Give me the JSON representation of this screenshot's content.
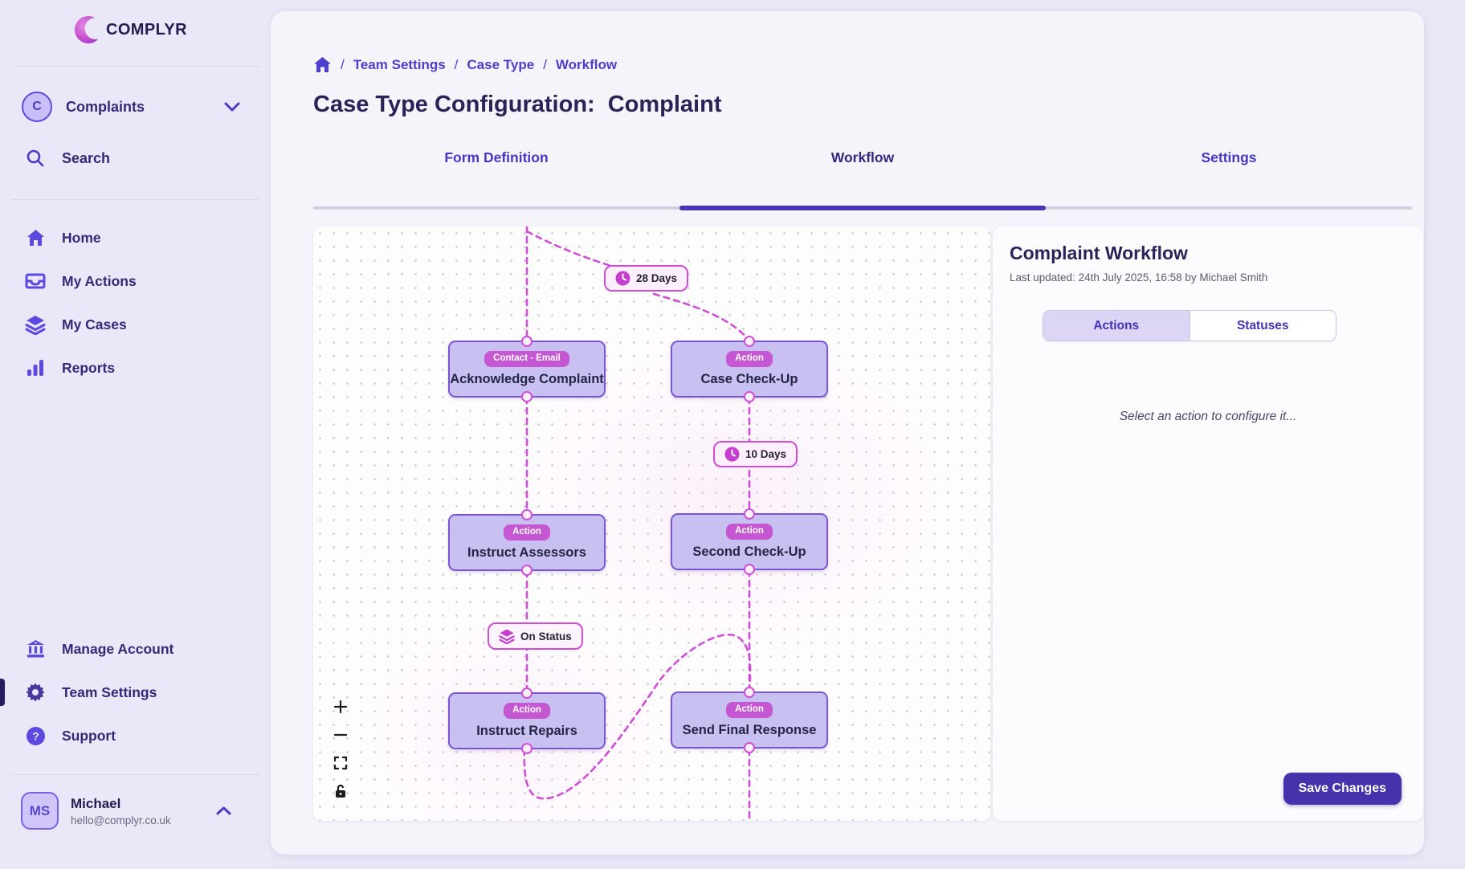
{
  "app": {
    "name": "COMPLYR"
  },
  "sidebar": {
    "team": {
      "avatar_letter": "C",
      "label": "Complaints"
    },
    "search_label": "Search",
    "nav": [
      {
        "icon": "home-icon",
        "label": "Home"
      },
      {
        "icon": "inbox-icon",
        "label": "My Actions"
      },
      {
        "icon": "layers-icon",
        "label": "My Cases"
      },
      {
        "icon": "bar-chart-icon",
        "label": "Reports"
      }
    ],
    "secondary": [
      {
        "icon": "bank-icon",
        "label": "Manage Account",
        "active": false
      },
      {
        "icon": "gear-icon",
        "label": "Team Settings",
        "active": true
      },
      {
        "icon": "help-icon",
        "label": "Support",
        "active": false
      }
    ],
    "user": {
      "initials": "MS",
      "name": "Michael",
      "email": "hello@complyr.co.uk"
    }
  },
  "breadcrumb": {
    "sep": "/",
    "items": [
      "Team Settings",
      "Case Type",
      "Workflow"
    ]
  },
  "page": {
    "title_prefix": "Case Type Configuration:",
    "case_type": "Complaint"
  },
  "tabs": [
    {
      "label": "Form Definition",
      "active": false
    },
    {
      "label": "Workflow",
      "active": true
    },
    {
      "label": "Settings",
      "active": false
    }
  ],
  "canvas": {
    "nodes": [
      {
        "badge": "Contact - Email",
        "title": "Acknowledge Complaint"
      },
      {
        "badge": "Action",
        "title": "Case Check-Up"
      },
      {
        "badge": "Action",
        "title": "Instruct Assessors"
      },
      {
        "badge": "Action",
        "title": "Second Check-Up"
      },
      {
        "badge": "Action",
        "title": "Instruct Repairs"
      },
      {
        "badge": "Action",
        "title": "Send Final Response"
      }
    ],
    "edge_labels": [
      {
        "icon": "clock-icon",
        "text": "28 Days"
      },
      {
        "icon": "clock-icon",
        "text": "10 Days"
      },
      {
        "icon": "layers-icon",
        "text": "On Status"
      }
    ],
    "controls": [
      "zoom-in",
      "zoom-out",
      "fit-view",
      "lock"
    ]
  },
  "panel": {
    "title": "Complaint Workflow",
    "last_updated": "Last updated: 24th July 2025, 16:58 by Michael Smith",
    "tabs": [
      {
        "label": "Actions",
        "active": true
      },
      {
        "label": "Statuses",
        "active": false
      }
    ],
    "empty_state": "Select an action to configure it...",
    "save_label": "Save Changes"
  },
  "colors": {
    "brand_purple": "#4533ab",
    "accent_indigo": "#4338ca",
    "magenta_edge": "#ce4fd6",
    "node_fill": "#c7c0f1",
    "node_border": "#7b55d3",
    "badge": "#c557d2",
    "dark_text": "#2b2357"
  }
}
